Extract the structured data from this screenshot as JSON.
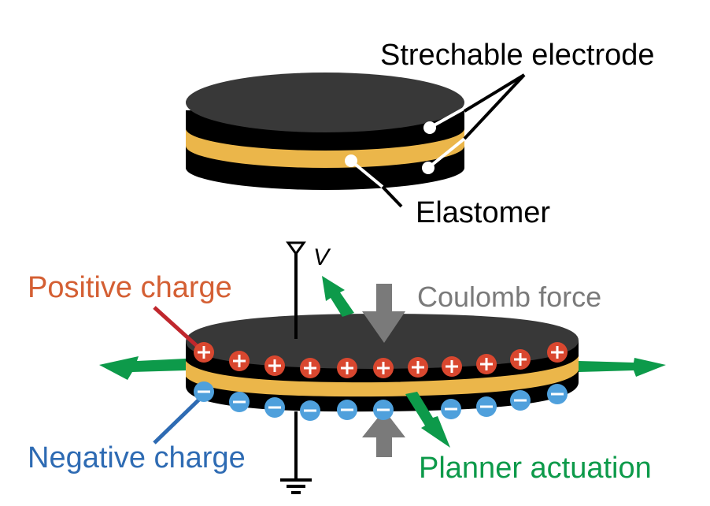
{
  "labels": {
    "electrode": "Strechable electrode",
    "elastomer": "Elastomer",
    "voltage": "V",
    "positive": "Positive charge",
    "negative": "Negative charge",
    "coulomb": "Coulomb force",
    "actuation": "Planner actuation"
  },
  "charges": {
    "positive_count": 11,
    "negative_count": 11
  },
  "colors": {
    "electrode_top": "#383838",
    "electrode_side": "#000000",
    "elastomer": "#ebb64a",
    "positive": "#d9472f",
    "negative": "#4fa0dc",
    "positive_text": "#d45f33",
    "negative_text": "#2e6bb3",
    "coulomb": "#7a7a7a",
    "actuation": "#0d9a4a"
  }
}
